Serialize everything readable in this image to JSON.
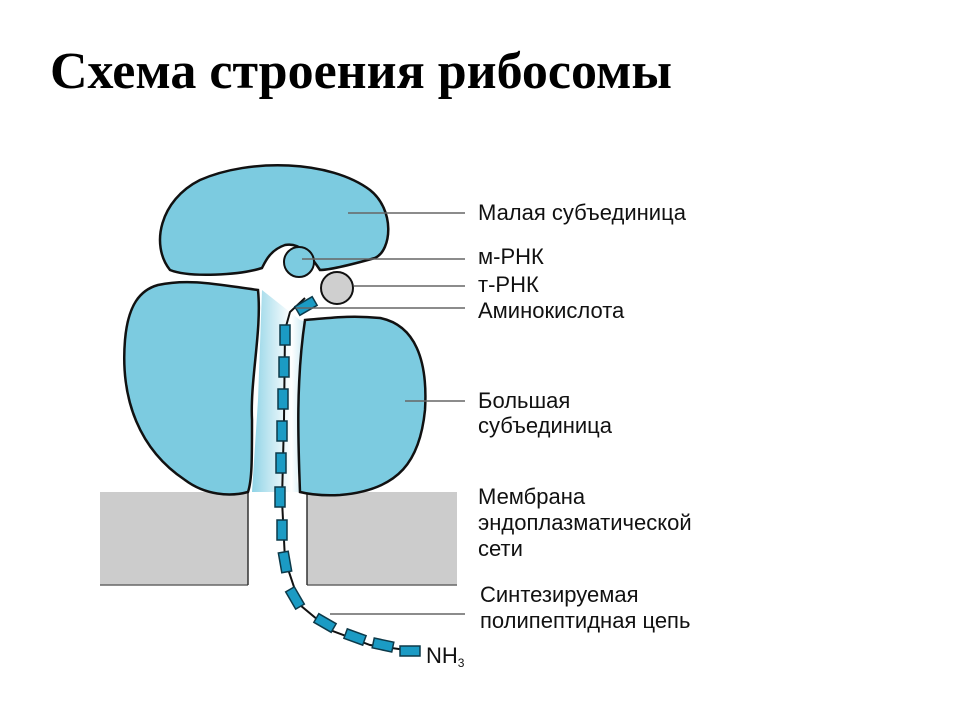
{
  "title": "Схема строения рибосомы",
  "labels": {
    "small_subunit": "Малая субъединица",
    "mrna": "м-РНК",
    "trna": "т-РНК",
    "amino_acid": "Аминокислота",
    "large_subunit_1": "Большая",
    "large_subunit_2": "субъединица",
    "membrane_1": "Мембрана",
    "membrane_2": "эндоплазматической",
    "membrane_3": "сети",
    "chain_1": "Синтезируемая",
    "chain_2": "полипептидная цепь",
    "nh3": "NH",
    "nh3_sub": "3"
  },
  "colors": {
    "subunit": "#7ccbe0",
    "membrane": "#cccccc",
    "chain": "#1b9bc4",
    "trna": "#cfcfcf"
  }
}
